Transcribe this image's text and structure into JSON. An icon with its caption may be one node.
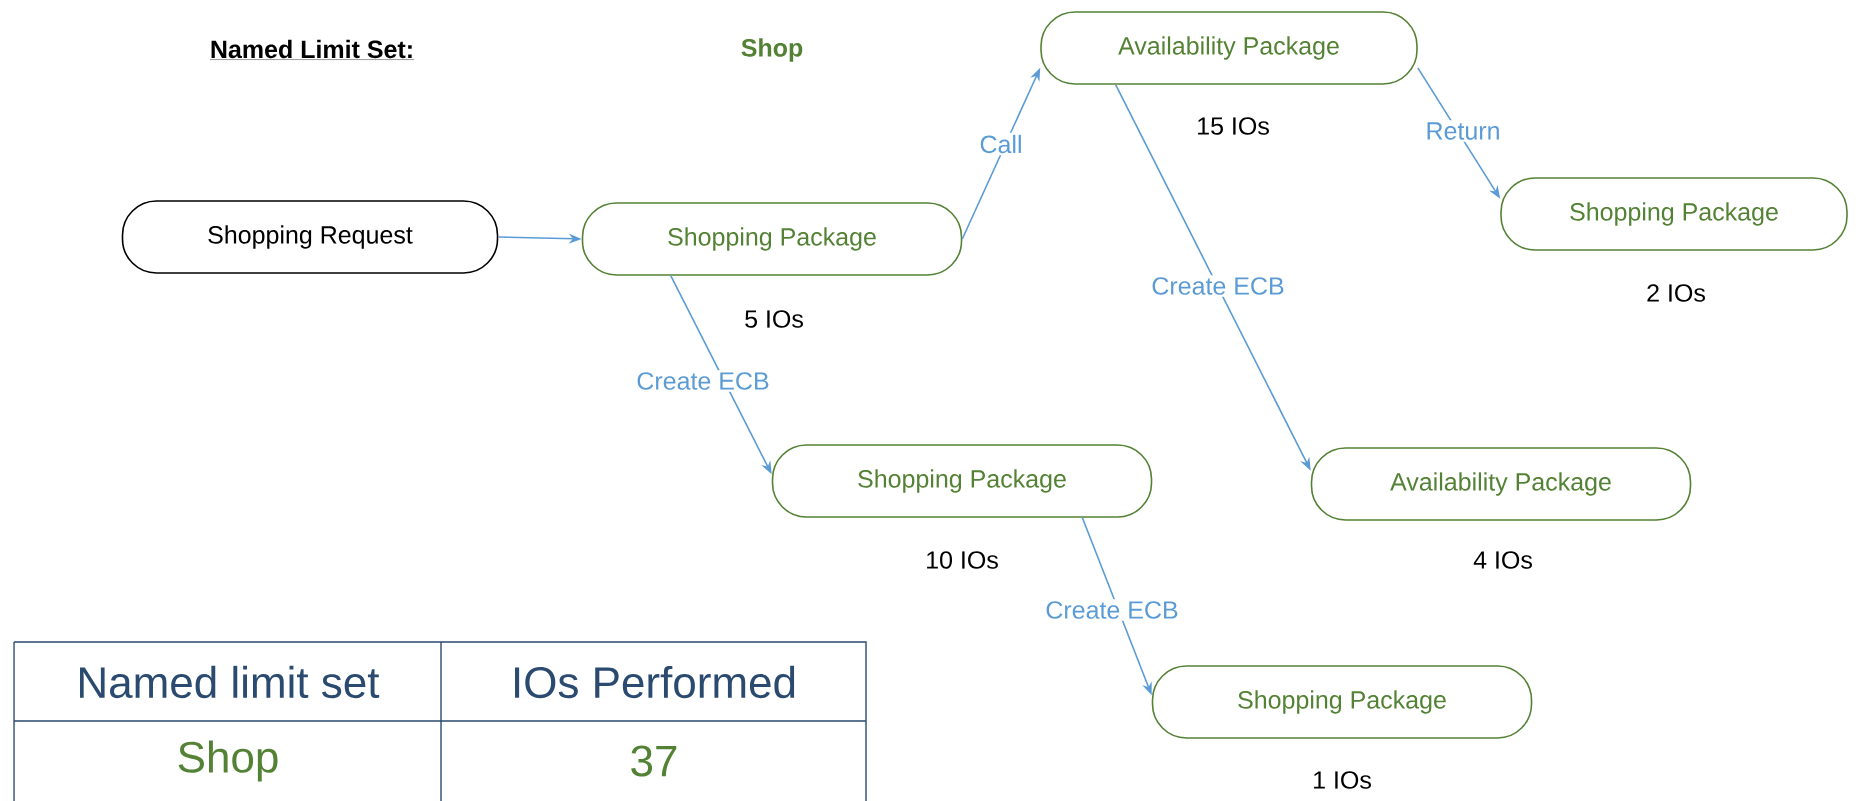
{
  "diagram": {
    "nodes": [
      {
        "text": [
          "Shopping Request"
        ]
      },
      {
        "text": [
          "Shopping Package"
        ],
        "beside": [
          "5 IOs"
        ]
      },
      {
        "text": [
          "Availability Package"
        ],
        "beside": [
          "15 IOs"
        ]
      },
      {
        "text": [
          "Shopping Package"
        ],
        "beside": [
          "2 IOs"
        ]
      },
      {
        "text": [
          "Shopping Package"
        ],
        "beside": [
          "10 IOs"
        ]
      },
      {
        "text": [
          "Availability Package"
        ],
        "beside": [
          "4 IOs"
        ]
      },
      {
        "text": [
          "Shopping Package"
        ],
        "beside": [
          "1 IOs"
        ]
      }
    ],
    "edges": [
      {
        "from": 0,
        "to": 1,
        "arrow": "to"
      },
      {
        "from": 1,
        "to": 2,
        "arrow": "to",
        "label": "Call"
      },
      {
        "from": 1,
        "to": 4,
        "arrow": "to",
        "label": "Create ECB"
      },
      {
        "from": 2,
        "to": 3,
        "arrow": "to",
        "label": "Return"
      },
      {
        "from": 2,
        "to": 5,
        "arrow": "to",
        "label": "Create ECB"
      },
      {
        "from": 4,
        "to": 6,
        "arrow": "to",
        "label": "Create ECB"
      }
    ],
    "labels": [
      "Named Limit Set:",
      "Shop",
      "Named limit set",
      "IOs Performed",
      "Shop",
      "37"
    ]
  }
}
